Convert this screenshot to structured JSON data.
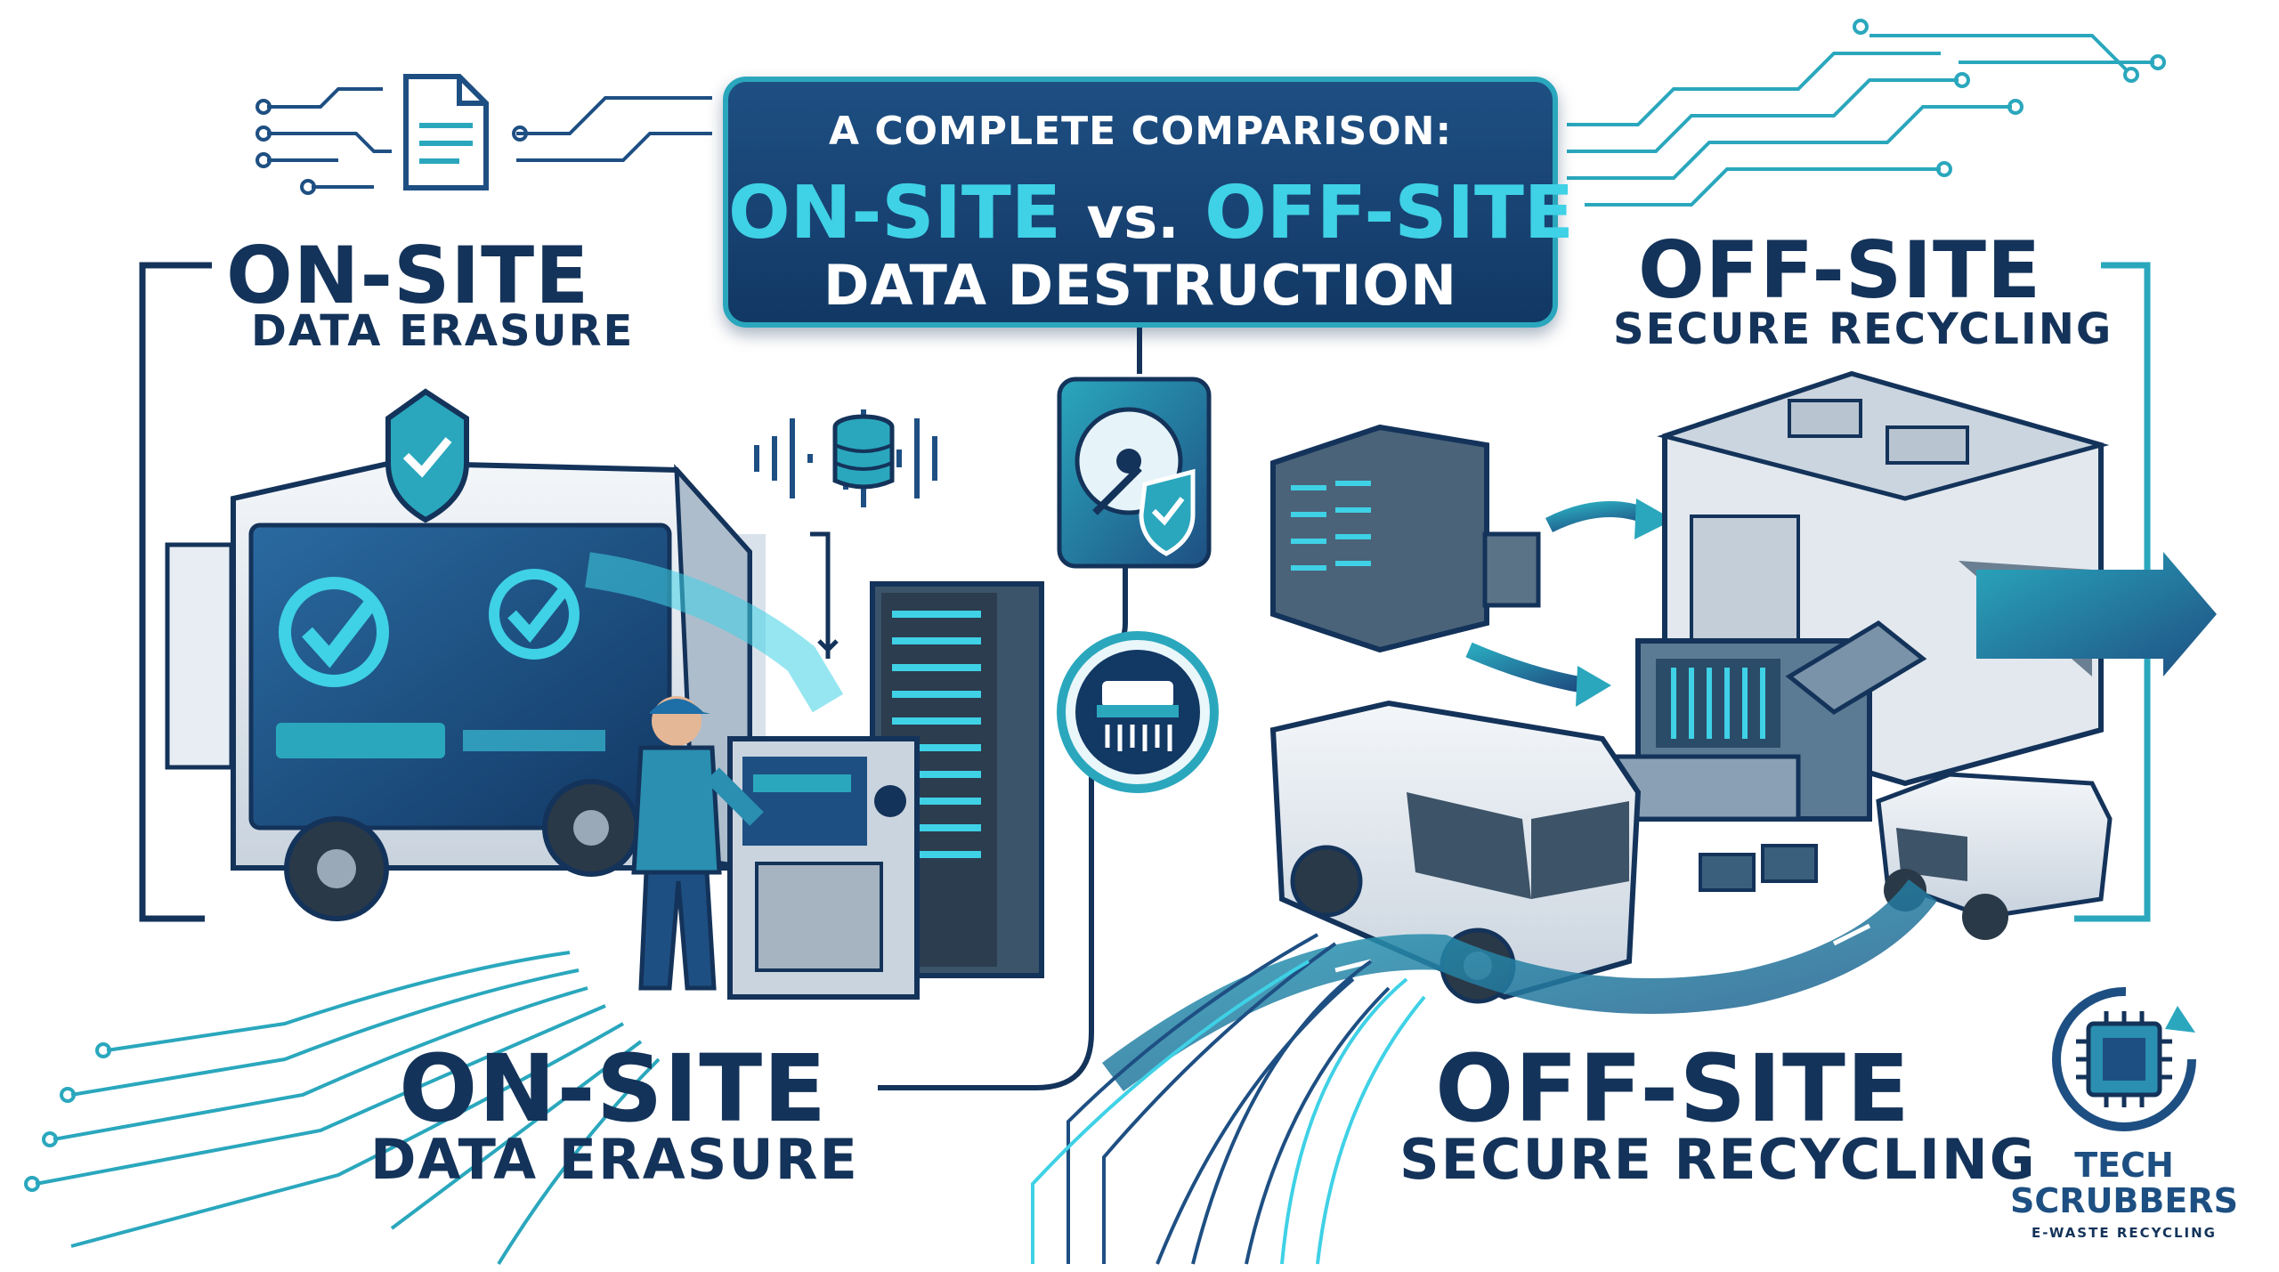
{
  "title": {
    "kicker": "A COMPLETE COMPARISON:",
    "left": "ON-SITE",
    "vs": "vs.",
    "right": "OFF-SITE",
    "sub": "DATA DESTRUCTION"
  },
  "onsite_top": {
    "main": "ON-SITE",
    "sub": "DATA ERASURE"
  },
  "offsite_top": {
    "main": "OFF-SITE",
    "sub": "SECURE RECYCLING"
  },
  "onsite_bottom": {
    "main": "ON-SITE",
    "sub": "DATA ERASURE"
  },
  "offsite_bottom": {
    "main": "OFF-SITE",
    "sub": "SECURE RECYCLING"
  },
  "logo": {
    "line1": "TECH",
    "line2": "SCRUBBERS",
    "tagline": "E-WASTE RECYCLING"
  },
  "colors": {
    "navy": "#14335a",
    "teal": "#2aa7bd",
    "cyan": "#3fd1e6",
    "blue": "#1e4f83"
  },
  "icons": [
    "document-icon",
    "shield-check-icon",
    "database-icon",
    "hard-drive-icon",
    "shredder-icon",
    "recycle-chip-icon"
  ]
}
